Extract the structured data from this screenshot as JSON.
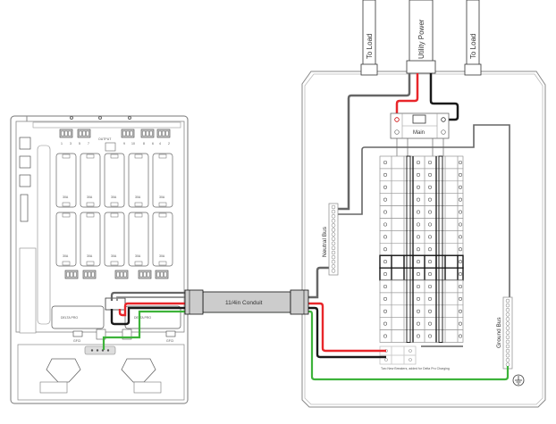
{
  "labels": {
    "to_load_left": "To Load",
    "utility_power": "Utility Power",
    "to_load_right": "To Load",
    "main_breaker": "Main",
    "neutral_bus": "Neutral Bus",
    "ground_bus": "Ground Bus",
    "conduit": "11/4in Conduit",
    "new_breakers_note": "Two New Breakers, added for Delta Pro Charging"
  },
  "inverter": {
    "output_label": "OUTPUT",
    "terminal_numbers_top": [
      "1",
      "3",
      "5",
      "7",
      "9",
      "10",
      "8",
      "6",
      "4",
      "2"
    ],
    "breaker_rating": "30A",
    "delta_pro_left": "DELTA PRO",
    "delta_pro_right": "DELTA PRO",
    "gfci_left": "GFCI",
    "gfci_right": "GFCI"
  },
  "colors": {
    "hot_l1": "#e8262a",
    "hot_l2": "#1a1a1a",
    "neutral": "#666666",
    "ground": "#3db33a",
    "conduit_fill": "#cccccc"
  }
}
